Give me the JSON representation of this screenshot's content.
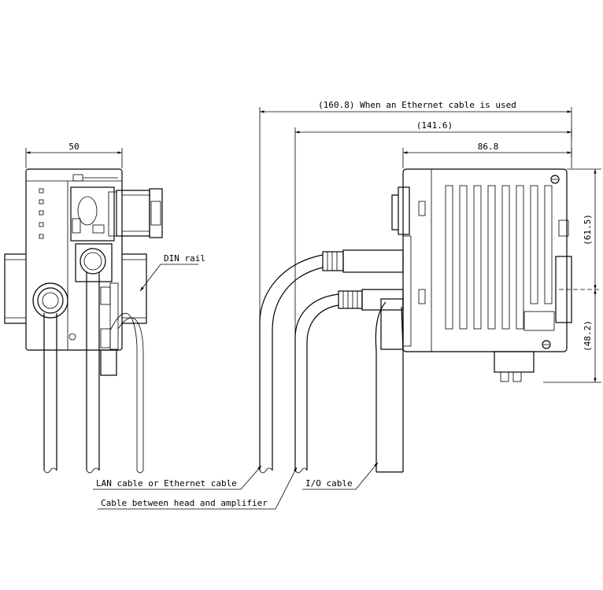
{
  "dimensions": {
    "overall_ethernet": "(160.8) When an Ethernet cable is used",
    "overall_head": "(141.6)",
    "body_depth": "86.8",
    "front_width": "50",
    "height_upper": "(61.5)",
    "height_lower": "(48.2)"
  },
  "labels": {
    "din_rail": "DIN rail",
    "lan_cable": "LAN cable or Ethernet cable",
    "head_cable": "Cable between head and amplifier",
    "io_cable": "I/O cable"
  }
}
